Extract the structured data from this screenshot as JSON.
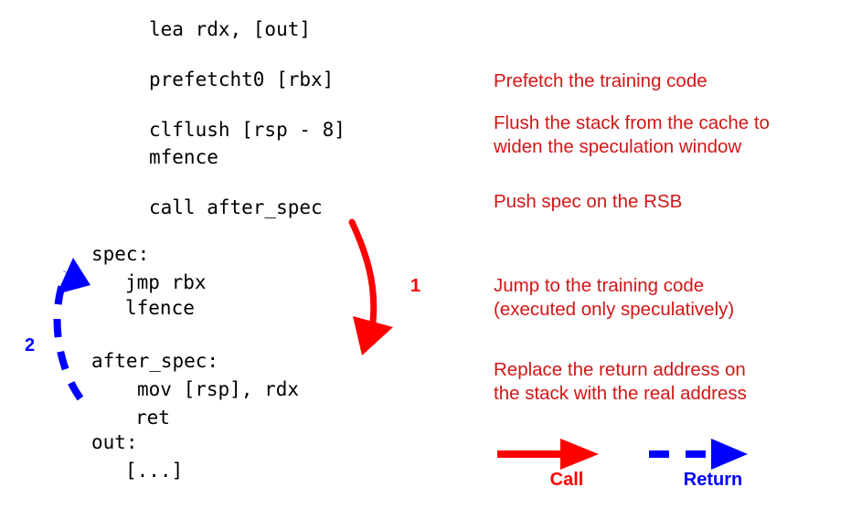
{
  "figure": {
    "title": "Spectre-RSB gadget assembly listing with call/return flow annotations",
    "background": "#ffffff"
  },
  "colors": {
    "code_text": "#000000",
    "annotation_red": "#d31616",
    "arrow_red": "#ff0000",
    "arrow_blue": "#0000ff"
  },
  "code": {
    "lines": {
      "lea": "lea rdx, [out]",
      "prefetch": "prefetcht0 [rbx]",
      "clflush": "clflush [rsp - 8]",
      "mfence": "mfence",
      "call": "call after_spec",
      "spec_label": "spec:",
      "jmp": "jmp rbx",
      "lfence": "lfence",
      "after_spec_label": "after_spec:",
      "mov": "mov [rsp], rdx",
      "ret": "ret",
      "out_label": "out:",
      "ellipsis": "[...]"
    }
  },
  "annotations": {
    "prefetch": "Prefetch the training code",
    "flush": "Flush the stack from the cache to\nwiden the speculation window",
    "push": "Push spec on the RSB",
    "jump": "Jump to the training code\n(executed only speculatively)",
    "replace": "Replace the return address on\nthe stack with the real address"
  },
  "steps": {
    "one": "1",
    "two": "2"
  },
  "legend": {
    "call_label": "Call",
    "return_label": "Return"
  }
}
